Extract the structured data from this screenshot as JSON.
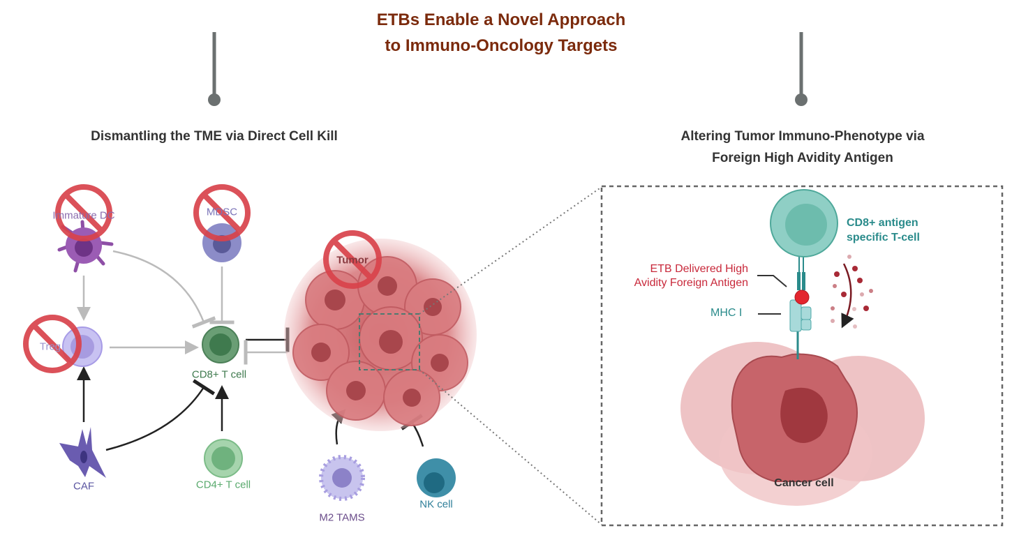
{
  "title": {
    "line1": "ETBs Enable a Novel Approach",
    "line2": "to Immuno-Oncology Targets"
  },
  "left_panel": {
    "heading": "Dismantling the TME via Direct Cell Kill",
    "cells": {
      "immature_dc": "Immature DC",
      "mdsc": "MDSC",
      "tumor": "Tumor",
      "treg": "Treg",
      "cd8": "CD8+ T cell",
      "caf": "CAF",
      "cd4": "CD4+ T cell",
      "m2": "M2 TAMS",
      "nk": "NK cell"
    }
  },
  "right_panel": {
    "heading_line1": "Altering Tumor Immuno-Phenotype  via",
    "heading_line2": "Foreign High Avidity Antigen",
    "tcell_line1": "CD8+ antigen",
    "tcell_line2": "specific T-cell",
    "etb_line1": "ETB Delivered High",
    "etb_line2": "Avidity Foreign Antigen",
    "mhc": "MHC I",
    "cancer": "Cancer cell"
  },
  "colors": {
    "title": "#7b2a0c",
    "nosign": "#d9434b",
    "teal": "#2a8b8b",
    "red": "#c8283a"
  }
}
